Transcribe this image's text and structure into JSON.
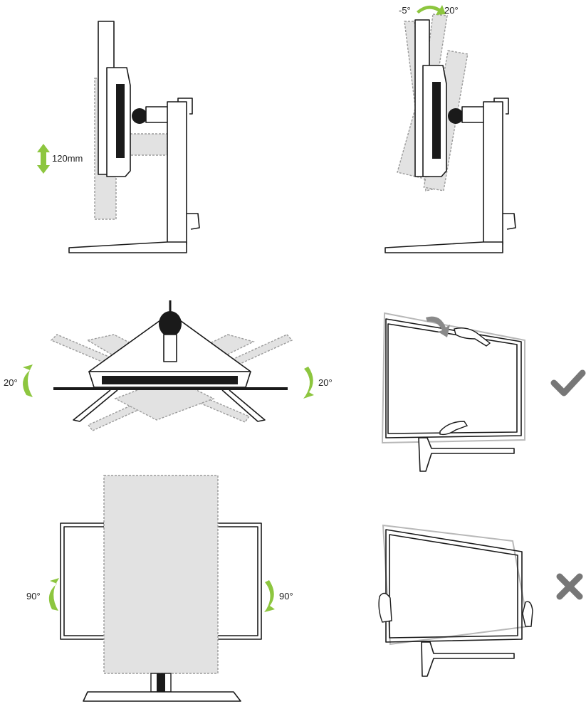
{
  "labels": {
    "height_adjust": "120mm",
    "tilt_forward": "-5°",
    "tilt_back": "20°",
    "swivel_left": "20°",
    "swivel_right": "20°",
    "pivot_left": "90°",
    "pivot_right": "90°"
  },
  "colors": {
    "arrow_green": "#8dc63f",
    "outline": "#1a1a1a",
    "ghost_fill": "#e2e2e2",
    "ghost_stroke": "#9a9a9a",
    "mark_gray": "#777777"
  },
  "icons": {
    "correct": "checkmark-icon",
    "incorrect": "cross-icon"
  }
}
